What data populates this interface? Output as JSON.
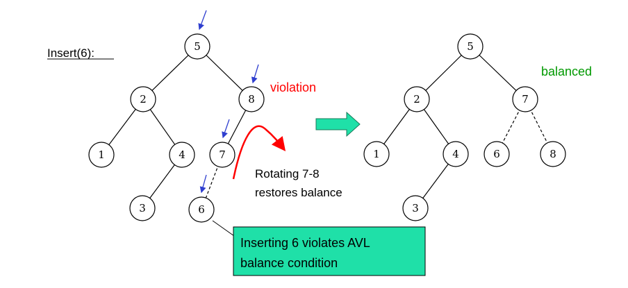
{
  "heading": "Insert(6):",
  "violation_label": "violation",
  "balanced_label": "balanced",
  "rotation_note": [
    "Rotating 7-8",
    "restores balance"
  ],
  "callout": [
    "Inserting 6 violates AVL",
    "balance condition"
  ],
  "before_tree": {
    "nodes": [
      "5",
      "2",
      "8",
      "1",
      "4",
      "7",
      "3",
      "6"
    ]
  },
  "after_tree": {
    "nodes": [
      "5",
      "2",
      "7",
      "1",
      "4",
      "6",
      "8",
      "3"
    ]
  },
  "colors": {
    "violation": "#ff0000",
    "balanced": "#009900",
    "pointer_arrows": "#2f3fcf",
    "callout_fill": "#1fe0a8",
    "transition_arrow": "#1fe0a8"
  }
}
